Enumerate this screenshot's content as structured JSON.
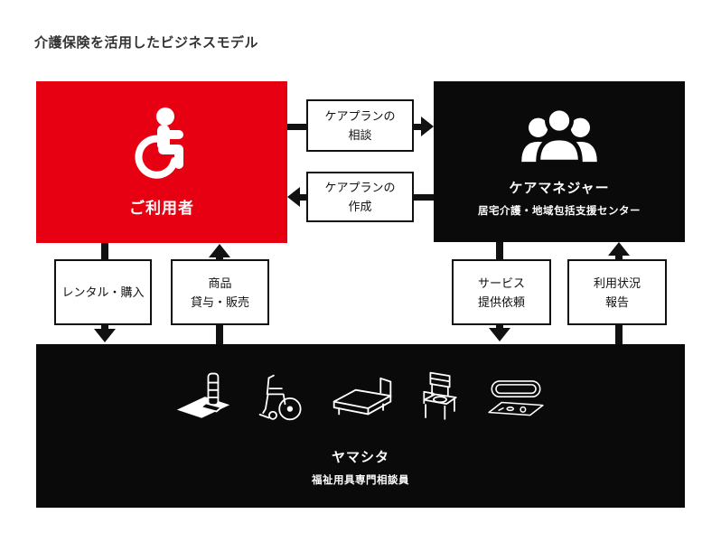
{
  "title": "介護保険を活用したビジネスモデル",
  "colors": {
    "accent_red": "#e60012",
    "panel_black": "#0a0a0a",
    "arrow_black": "#111111",
    "flow_box_bg": "#ffffff",
    "title_text": "#333333"
  },
  "nodes": {
    "user": {
      "label": "ご利用者",
      "icon": "wheelchair-user-icon"
    },
    "care_manager": {
      "label": "ケアマネジャー",
      "sublabel": "居宅介護・地域包括支援センター",
      "icon": "people-group-icon"
    },
    "provider": {
      "label": "ヤマシタ",
      "sublabel": "福祉用具専門相談員",
      "equipment_icons": [
        "standing-handrail-icon",
        "wheelchair-icon",
        "nursing-bed-icon",
        "commode-chair-icon",
        "portable-bathtub-icon"
      ]
    }
  },
  "flows": {
    "care_plan_consult": {
      "lines": [
        "ケアプランの",
        "相談"
      ],
      "from": "user",
      "to": "care_manager"
    },
    "care_plan_create": {
      "lines": [
        "ケアプランの",
        "作成"
      ],
      "from": "care_manager",
      "to": "user"
    },
    "rental_purchase": {
      "lines": [
        "レンタル・購入"
      ],
      "from": "user",
      "to": "provider"
    },
    "goods_lease_sale": {
      "lines": [
        "商品",
        "貸与・販売"
      ],
      "from": "provider",
      "to": "user"
    },
    "service_request": {
      "lines": [
        "サービス",
        "提供依頼"
      ],
      "from": "care_manager",
      "to": "provider"
    },
    "usage_report": {
      "lines": [
        "利用状況",
        "報告"
      ],
      "from": "provider",
      "to": "care_manager"
    }
  }
}
